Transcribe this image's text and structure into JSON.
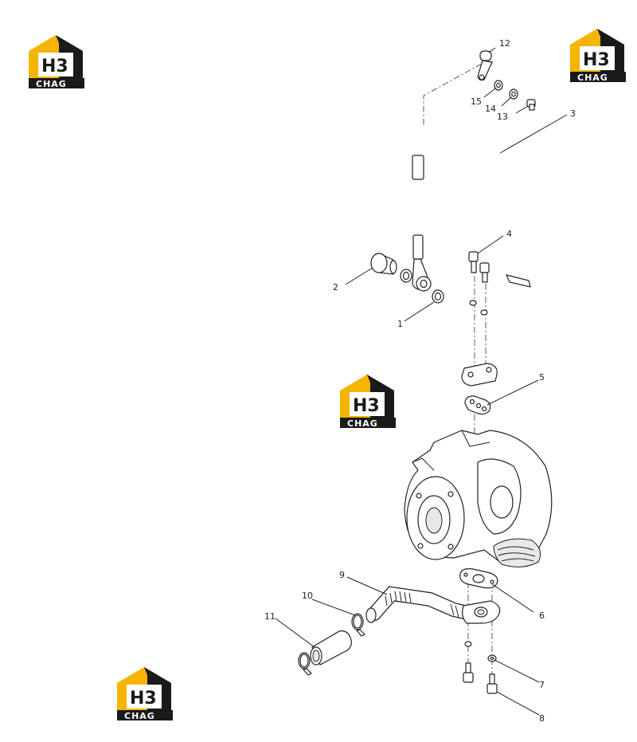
{
  "watermark": {
    "mark": "H3",
    "word": "CHAG",
    "accent_color": "#f5b400",
    "dark_color": "#1a1a1a"
  },
  "callouts": [
    {
      "id": "c1",
      "label": "1"
    },
    {
      "id": "c2",
      "label": "2"
    },
    {
      "id": "c3",
      "label": "3"
    },
    {
      "id": "c4",
      "label": "4"
    },
    {
      "id": "c5",
      "label": "5"
    },
    {
      "id": "c6",
      "label": "6"
    },
    {
      "id": "c7",
      "label": "7"
    },
    {
      "id": "c8",
      "label": "8"
    },
    {
      "id": "c9",
      "label": "9"
    },
    {
      "id": "c10",
      "label": "10"
    },
    {
      "id": "c11",
      "label": "11"
    },
    {
      "id": "c12",
      "label": "12"
    },
    {
      "id": "c13",
      "label": "13"
    },
    {
      "id": "c14",
      "label": "14"
    },
    {
      "id": "c15",
      "label": "15"
    }
  ]
}
